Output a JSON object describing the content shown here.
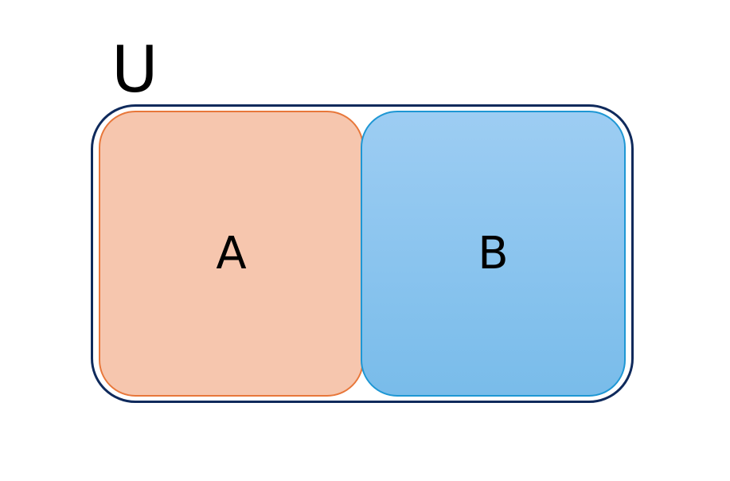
{
  "universe": {
    "label": "U",
    "border_color": "#0f2a5c"
  },
  "sets": [
    {
      "label": "A",
      "fill_color": "#f6c6ae",
      "border_color": "#e8773a"
    },
    {
      "label": "B",
      "fill_color": "#8cc6ef",
      "border_color": "#1e97d4"
    }
  ]
}
